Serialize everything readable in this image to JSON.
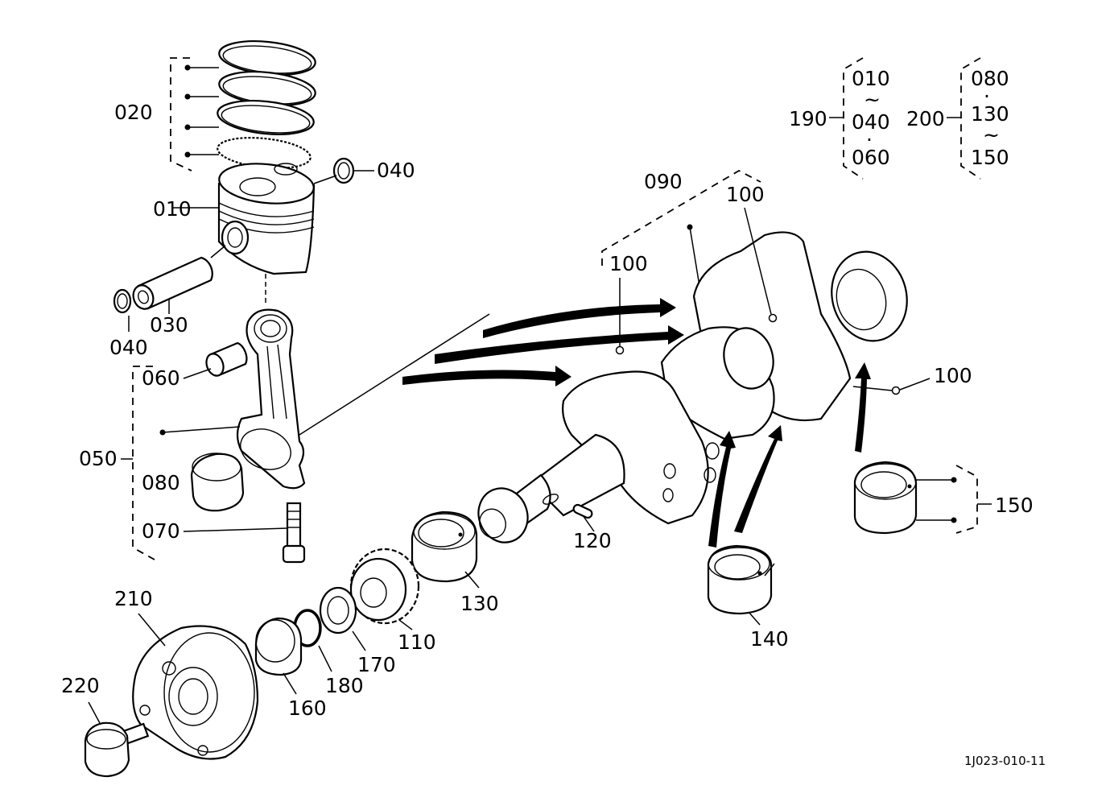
{
  "diagram_id": "1J023-010-11",
  "labels": {
    "l010": "010",
    "l020": "020",
    "l030": "030",
    "l040a": "040",
    "l040b": "040",
    "l050": "050",
    "l060": "060",
    "l070": "070",
    "l080": "080",
    "l090": "090",
    "l100a": "100",
    "l100b": "100",
    "l100c": "100",
    "l110": "110",
    "l120": "120",
    "l130": "130",
    "l140": "140",
    "l150": "150",
    "l160": "160",
    "l170": "170",
    "l180": "180",
    "l210": "210",
    "l220": "220"
  },
  "kit_190": {
    "label": "190",
    "items": [
      "010",
      "~",
      "040",
      "·",
      "060"
    ]
  },
  "kit_200": {
    "label": "200",
    "items": [
      "080",
      "·",
      "130",
      "~",
      "150"
    ]
  }
}
